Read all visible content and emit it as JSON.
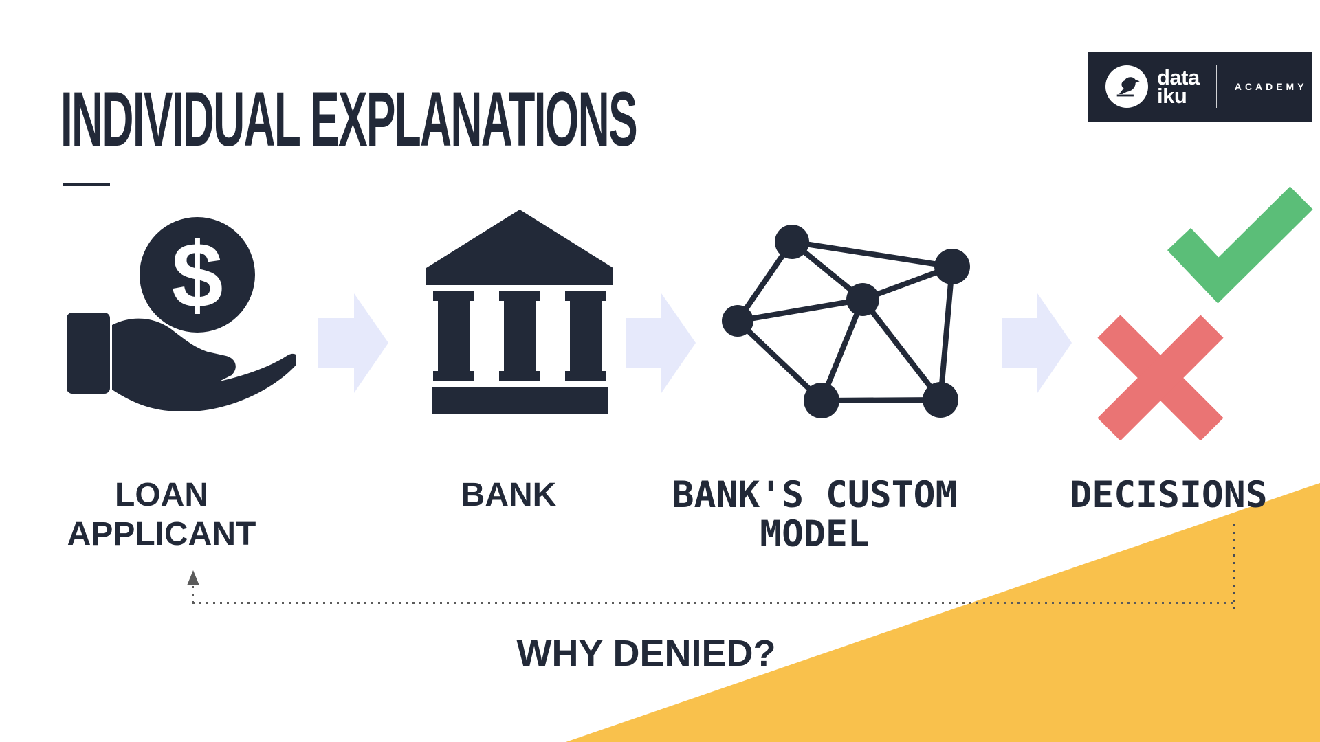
{
  "slide": {
    "title": "INDIVIDUAL EXPLANATIONS",
    "why_question": "WHY DENIED?"
  },
  "logo": {
    "brand_line1": "data",
    "brand_line2": "iku",
    "suffix": "ACADEMY"
  },
  "flow": {
    "steps": [
      {
        "icon": "hand-dollar-icon",
        "label_line1": "LOAN",
        "label_line2": "APPLICANT"
      },
      {
        "icon": "bank-icon",
        "label_line1": "BANK",
        "label_line2": ""
      },
      {
        "icon": "network-model-icon",
        "label_line1": "BANK'S CUSTOM",
        "label_line2": "MODEL"
      },
      {
        "icon": "check-and-cross-icons",
        "label_line1": "DECISIONS",
        "label_line2": ""
      }
    ]
  },
  "colors": {
    "navy": "#222938",
    "logo_background": "#1f2533",
    "arrow_lavender": "#e6e9fb",
    "check_green": "#5bbe78",
    "cross_red": "#ea7474",
    "wedge_yellow": "#f9c14c",
    "dotted_gray": "#5b5b5b"
  }
}
